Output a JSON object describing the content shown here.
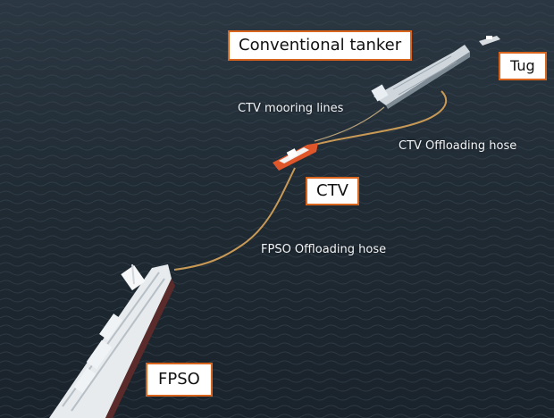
{
  "labels": {
    "conventional_tanker": "Conventional tanker",
    "tug": "Tug",
    "ctv_mooring_lines": "CTV mooring lines",
    "ctv_offloading_hose": "CTV Offloading hose",
    "ctv": "CTV",
    "fpso_offloading_hose": "FPSO Offloading hose",
    "fpso": "FPSO"
  },
  "colors": {
    "sea": "#1f2a33",
    "label_border": "#d9641e",
    "hose": "#c99a55",
    "ctv_hull": "#e0562b"
  }
}
